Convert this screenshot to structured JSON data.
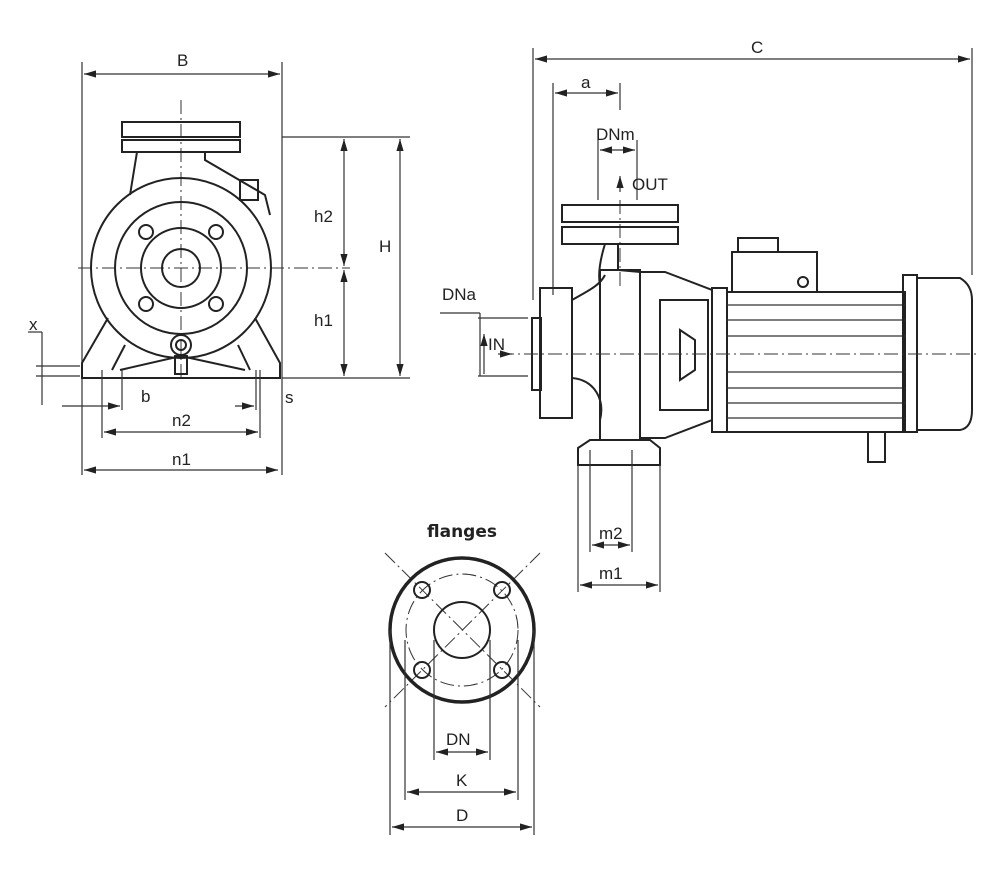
{
  "front_view": {
    "labels": {
      "B": "B",
      "h2": "h2",
      "h1": "h1",
      "H": "H",
      "x": "x",
      "b": "b",
      "s": "s",
      "n2": "n2",
      "n1": "n1"
    }
  },
  "side_view": {
    "labels": {
      "C": "C",
      "a": "a",
      "DNm": "DNm",
      "OUT": "OUT",
      "DNa": "DNa",
      "IN": "IN",
      "m2": "m2",
      "m1": "m1"
    }
  },
  "flange_view": {
    "title": "flanges",
    "labels": {
      "DN": "DN",
      "K": "K",
      "D": "D"
    }
  }
}
